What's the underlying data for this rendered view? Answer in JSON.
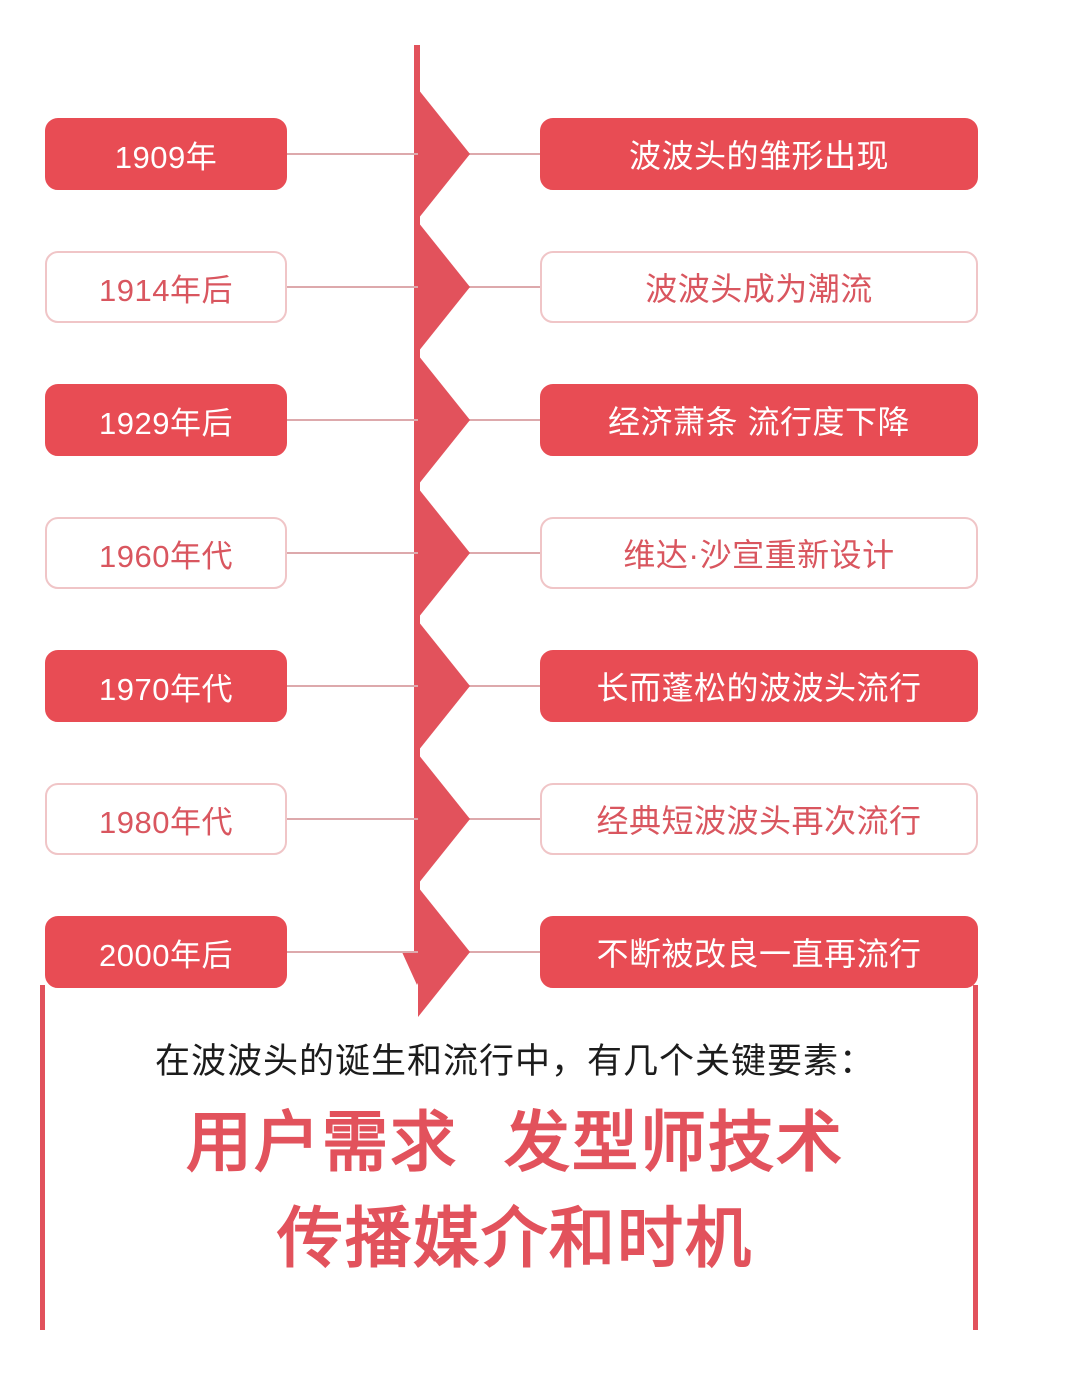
{
  "theme": {
    "accent": "#E84C54",
    "accent_line": "#E2525C",
    "outline_border": "#F0C5C7",
    "outline_text": "#D9565F",
    "connector": "#DDA9AC",
    "lead_text": "#1c1c1c",
    "background": "#ffffff"
  },
  "timeline": {
    "rows": [
      {
        "year": "1909年",
        "event": "波波头的雏形出现",
        "style": "filled"
      },
      {
        "year": "1914年后",
        "event": "波波头成为潮流",
        "style": "outlined"
      },
      {
        "year": "1929年后",
        "event": "经济萧条 流行度下降",
        "style": "filled"
      },
      {
        "year": "1960年代",
        "event": "维达·沙宣重新设计",
        "style": "outlined"
      },
      {
        "year": "1970年代",
        "event": "长而蓬松的波波头流行",
        "style": "filled"
      },
      {
        "year": "1980年代",
        "event": "经典短波波头再次流行",
        "style": "outlined"
      },
      {
        "year": "2000年后",
        "event": "不断被改良一直再流行",
        "style": "filled"
      }
    ]
  },
  "summary": {
    "lead": "在波波头的诞生和流行中，有几个关键要素：",
    "factors_line1_a": "用户需求",
    "factors_line1_b": "发型师技术",
    "factors_line2": "传播媒介和时机"
  }
}
